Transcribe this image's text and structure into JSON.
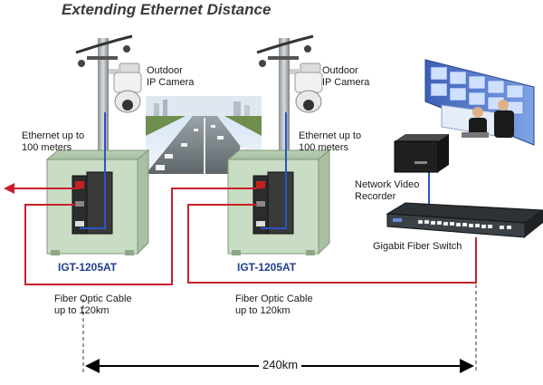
{
  "title": "Extending Ethernet Distance",
  "camera_label_1": "Outdoor\nIP Camera",
  "camera_label_2": "Outdoor\nIP Camera",
  "ethernet_label_1": "Ethernet up to\n100 meters",
  "ethernet_label_2": "Ethernet up to\n100 meters",
  "model_1": "IGT-1205AT",
  "model_2": "IGT-1205AT",
  "fiber_label_1": "Fiber Optic Cable\nup to 120km",
  "fiber_label_2": "Fiber Optic Cable\nup to 120km",
  "nvr_label": "Network Video\nRecorder",
  "switch_label": "Gigabit Fiber Switch",
  "total_distance": "240km",
  "colors": {
    "fiber": "#c8202a",
    "ethernet": "#2a55c8",
    "cabinet": "#c9dcc4",
    "model_text": "#1f3f8f"
  }
}
